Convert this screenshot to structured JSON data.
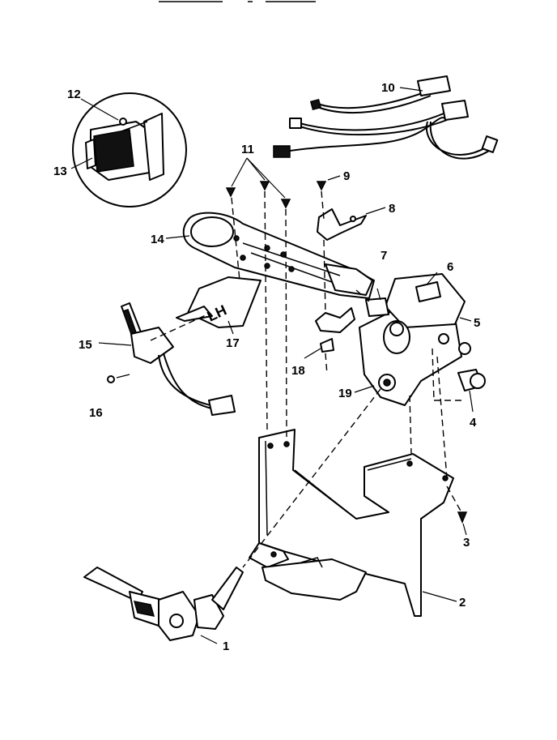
{
  "diagram": {
    "callouts": [
      "1",
      "2",
      "3",
      "4",
      "5",
      "6",
      "7",
      "8",
      "9",
      "10",
      "11",
      "12",
      "13",
      "14",
      "15",
      "16",
      "17",
      "18",
      "19"
    ],
    "bracket_marking": "LH"
  }
}
